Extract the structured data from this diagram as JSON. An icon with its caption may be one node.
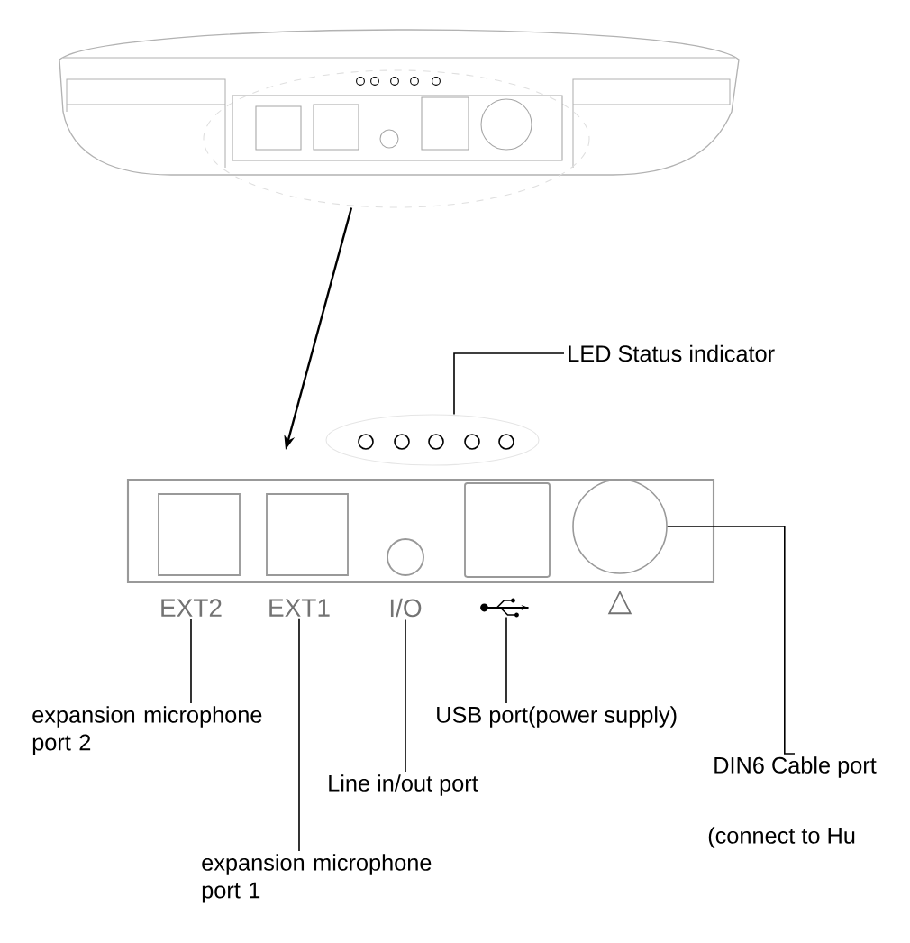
{
  "diagram": {
    "nodes": [
      {
        "text": [],
        "shape": "picture"
      },
      {
        "text": [],
        "shape": "box"
      },
      {
        "text": [],
        "shape": "circle"
      },
      {
        "text": [
          "LED Status indicator"
        ]
      },
      {
        "text": [
          "EXT2"
        ]
      },
      {
        "text": [
          "EXT1"
        ]
      },
      {
        "text": [
          "I/O"
        ]
      },
      {
        "text": [],
        "shape": "picture"
      },
      {
        "text": [],
        "shape": "circle",
        "in": 1
      },
      {
        "text": [
          "expansion microphone port 2"
        ]
      },
      {
        "text": [
          "expansion microphone port 1"
        ]
      },
      {
        "text": [
          "Line in/out port"
        ]
      },
      {
        "text": [
          "USB port(power supply)"
        ]
      },
      {
        "text": [
          "DIN6 Cable port"
        ]
      }
    ],
    "edges": [
      {
        "from": 0,
        "to": 1,
        "arrow": "to"
      },
      {
        "from": 3,
        "to": 2,
        "arrow": "none"
      },
      {
        "from": 4,
        "to": 9,
        "arrow": "none"
      },
      {
        "from": 5,
        "to": 10,
        "arrow": "none"
      },
      {
        "from": 6,
        "to": 11,
        "arrow": "none"
      },
      {
        "from": 7,
        "to": 12,
        "arrow": "none"
      },
      {
        "from": 8,
        "to": 13,
        "arrow": "none"
      }
    ],
    "labels": [
      "△",
      "(connect to Hu"
    ]
  }
}
